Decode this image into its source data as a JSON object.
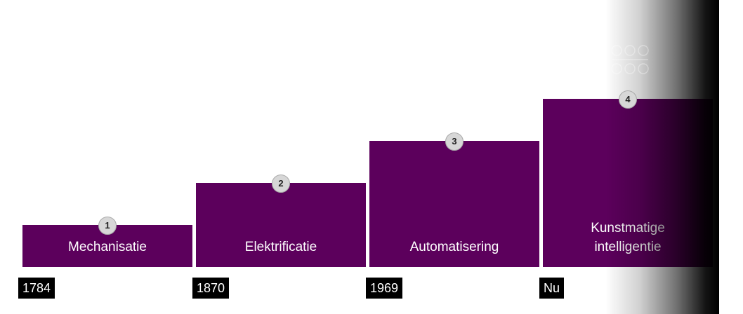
{
  "steps": [
    {
      "number": "1",
      "label": "Mechanisatie",
      "year": "1784"
    },
    {
      "number": "2",
      "label": "Elektrificatie",
      "year": "1870"
    },
    {
      "number": "3",
      "label": "Automatisering",
      "year": "1969"
    },
    {
      "number": "4",
      "label": "Kunstmatige\nintelligentie",
      "year": "Nu"
    }
  ],
  "colors": {
    "step_fill": "#5c005c",
    "badge_fill": "#d7d7d7",
    "year_fill": "#000000"
  }
}
